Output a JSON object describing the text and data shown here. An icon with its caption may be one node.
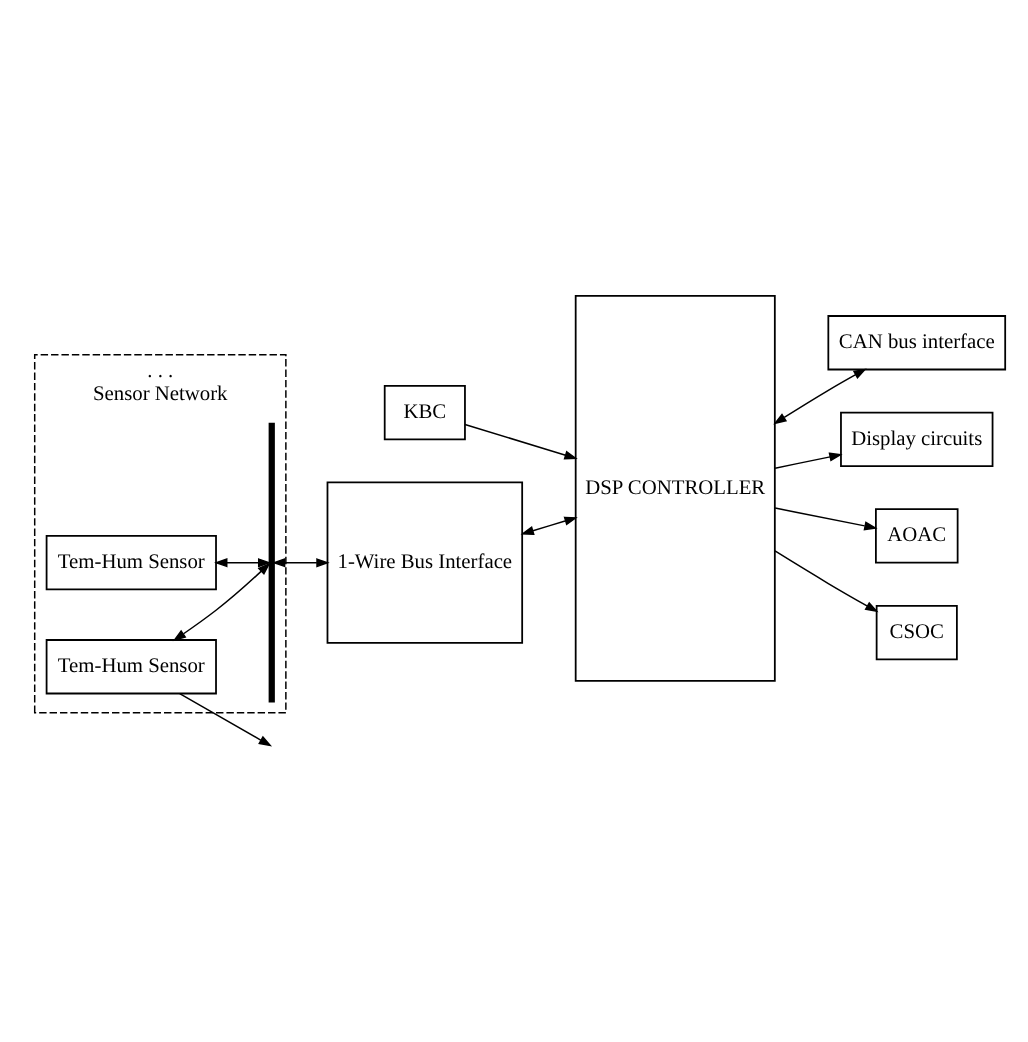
{
  "diagram": {
    "nodes": [
      {
        "text": [
          "KBC"
        ]
      },
      {
        "text": [
          ". . .",
          "Sensor Network"
        ]
      },
      {
        "text": [
          "Tem-Hum Sensor"
        ],
        "in": 1
      },
      {
        "text": [],
        "shape": "bar",
        "in": 1
      },
      {
        "text": [
          "Tem-Hum Sensor"
        ],
        "in": 1
      },
      {
        "text": [
          "1-Wire Bus Interface"
        ]
      },
      {
        "text": [
          "DSP CONTROLLER"
        ]
      },
      {
        "text": [
          "CAN bus interface"
        ]
      },
      {
        "text": [
          "Display circuits"
        ]
      },
      {
        "text": [
          "AOAC"
        ]
      },
      {
        "text": [
          "CSOC"
        ]
      }
    ],
    "edges": [
      {
        "from": 2,
        "to": 3,
        "arrow": "both"
      },
      {
        "from": 4,
        "to": 3,
        "arrow": "both"
      },
      {
        "from": 3,
        "to": 5,
        "arrow": "both"
      },
      {
        "from": 5,
        "to": 6,
        "arrow": "both"
      },
      {
        "from": 0,
        "to": 6,
        "arrow": "to"
      },
      {
        "from": 6,
        "to": 7,
        "arrow": "both"
      },
      {
        "from": 6,
        "to": 8,
        "arrow": "to"
      },
      {
        "from": 6,
        "to": 9,
        "arrow": "to"
      },
      {
        "from": 6,
        "to": 10,
        "arrow": "to"
      },
      {
        "from": 4,
        "to": null,
        "arrow": "to"
      }
    ]
  }
}
